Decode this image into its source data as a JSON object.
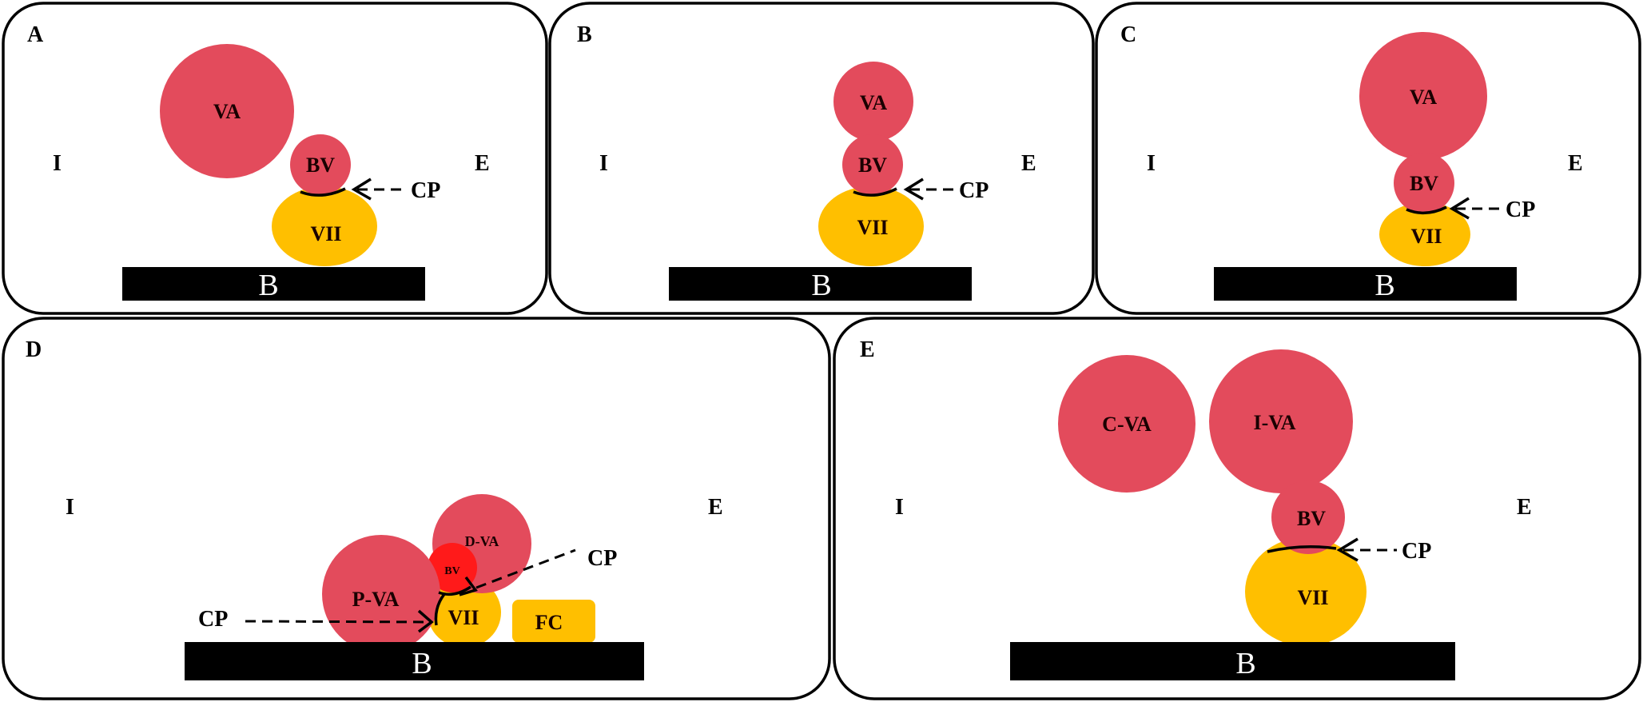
{
  "colors": {
    "vessel_fill": "#e34b5c",
    "bv_bright": "#ff1a1a",
    "vii_fill": "#ffbf00",
    "base_fill": "#000000",
    "outline": "#000000"
  },
  "panels": {
    "A": {
      "letter": "A",
      "left": "I",
      "right": "E",
      "va": "VA",
      "bv": "BV",
      "vii": "VII",
      "cp": "CP",
      "base": "B"
    },
    "B": {
      "letter": "B",
      "left": "I",
      "right": "E",
      "va": "VA",
      "bv": "BV",
      "vii": "VII",
      "cp": "CP",
      "base": "B"
    },
    "C": {
      "letter": "C",
      "left": "I",
      "right": "E",
      "va": "VA",
      "bv": "BV",
      "vii": "VII",
      "cp": "CP",
      "base": "B"
    },
    "D": {
      "letter": "D",
      "left": "I",
      "right": "E",
      "pva": "P-VA",
      "dva": "D-VA",
      "bv": "BV",
      "vii": "VII",
      "fc": "FC",
      "cp_left": "CP",
      "cp_right": "CP",
      "base": "B"
    },
    "E": {
      "letter": "E",
      "left": "I",
      "right": "E",
      "cva": "C-VA",
      "iva": "I-VA",
      "bv": "BV",
      "vii": "VII",
      "cp": "CP",
      "base": "B"
    }
  }
}
